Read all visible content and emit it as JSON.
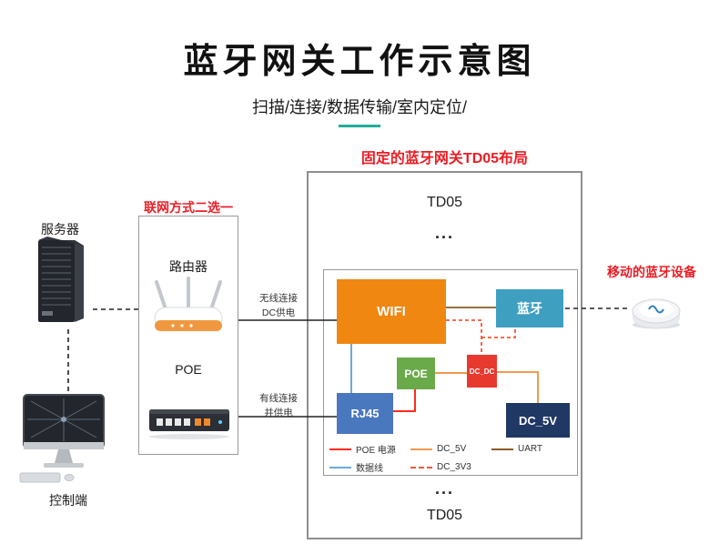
{
  "title": "蓝牙网关工作示意图",
  "subtitle": "扫描/连接/数据传输/室内定位/",
  "gateway": {
    "heading": "固定的蓝牙网关TD05布局",
    "td05_top": "TD05",
    "dots_top": "...",
    "dots_bottom": "...",
    "td05_bottom": "TD05",
    "components": {
      "wifi": "WIFI",
      "bluetooth": "蓝牙",
      "poe": "POE",
      "dcdc": "DC_DC",
      "rj45": "RJ45",
      "dc5v": "DC_5V"
    },
    "legend": [
      {
        "label": "POE 电源",
        "color": "#ff2a1c",
        "dash": "solid"
      },
      {
        "label": "DC_5V",
        "color": "#f09a4e",
        "dash": "solid"
      },
      {
        "label": "UART",
        "color": "#8a5a2b",
        "dash": "solid"
      },
      {
        "label": "数据线",
        "color": "#6fa8dc",
        "dash": "solid"
      },
      {
        "label": "DC_3V3",
        "color": "#ee5a3a",
        "dash": "dashed"
      }
    ]
  },
  "left": {
    "server_label": "服务器",
    "controller_label": "控制端",
    "choice_heading": "联网方式二选一",
    "router_label": "路由器",
    "poe_label": "POE",
    "wireless_note": [
      "无线连接",
      "DC供电"
    ],
    "wired_note": [
      "有线连接",
      "并供电"
    ]
  },
  "right": {
    "mobile_heading": "移动的蓝牙设备"
  },
  "colors": {
    "heading_red": "#ed1c24",
    "underline_teal": "#1fae9a",
    "wifi_box": "#ef8711",
    "bluetooth_box": "#3f9fc0",
    "poe_box": "#6aaa4a",
    "dcdc_box": "#e8392e",
    "rj45_box": "#4a78bf",
    "dc5v_box": "#203864"
  }
}
